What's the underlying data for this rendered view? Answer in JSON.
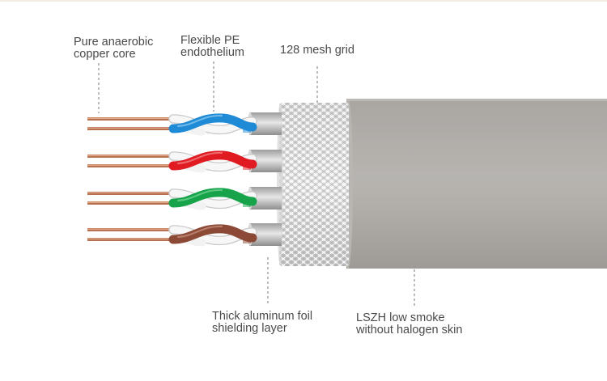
{
  "labels": {
    "copper_core": "Pure anaerobic\ncopper core",
    "pe_endothelium": "Flexible PE\nendothelium",
    "mesh_grid": "128 mesh grid",
    "foil_shield": "Thick aluminum foil\n shielding layer",
    "lszh_skin": "LSZH low smoke\nwithout halogen skin"
  },
  "pairs": [
    {
      "name": "blue-pair",
      "color": "#1f8ad6",
      "stripe": "#7fc3ee"
    },
    {
      "name": "red-pair",
      "color": "#e01b22",
      "stripe": "#f07a7e"
    },
    {
      "name": "green-pair",
      "color": "#16a34a",
      "stripe": "#6ccf8f"
    },
    {
      "name": "brown-pair",
      "color": "#8c4a36",
      "stripe": "#c08a78"
    }
  ],
  "colors": {
    "copper": "#b8714e",
    "copper_light": "#e9b79a",
    "foil": "#b8b8b8",
    "mesh": "#c9c9c9",
    "jacket": "#aaa7a3",
    "jacket_edge": "#b9b6b2",
    "leader": "#7a7a7a"
  }
}
